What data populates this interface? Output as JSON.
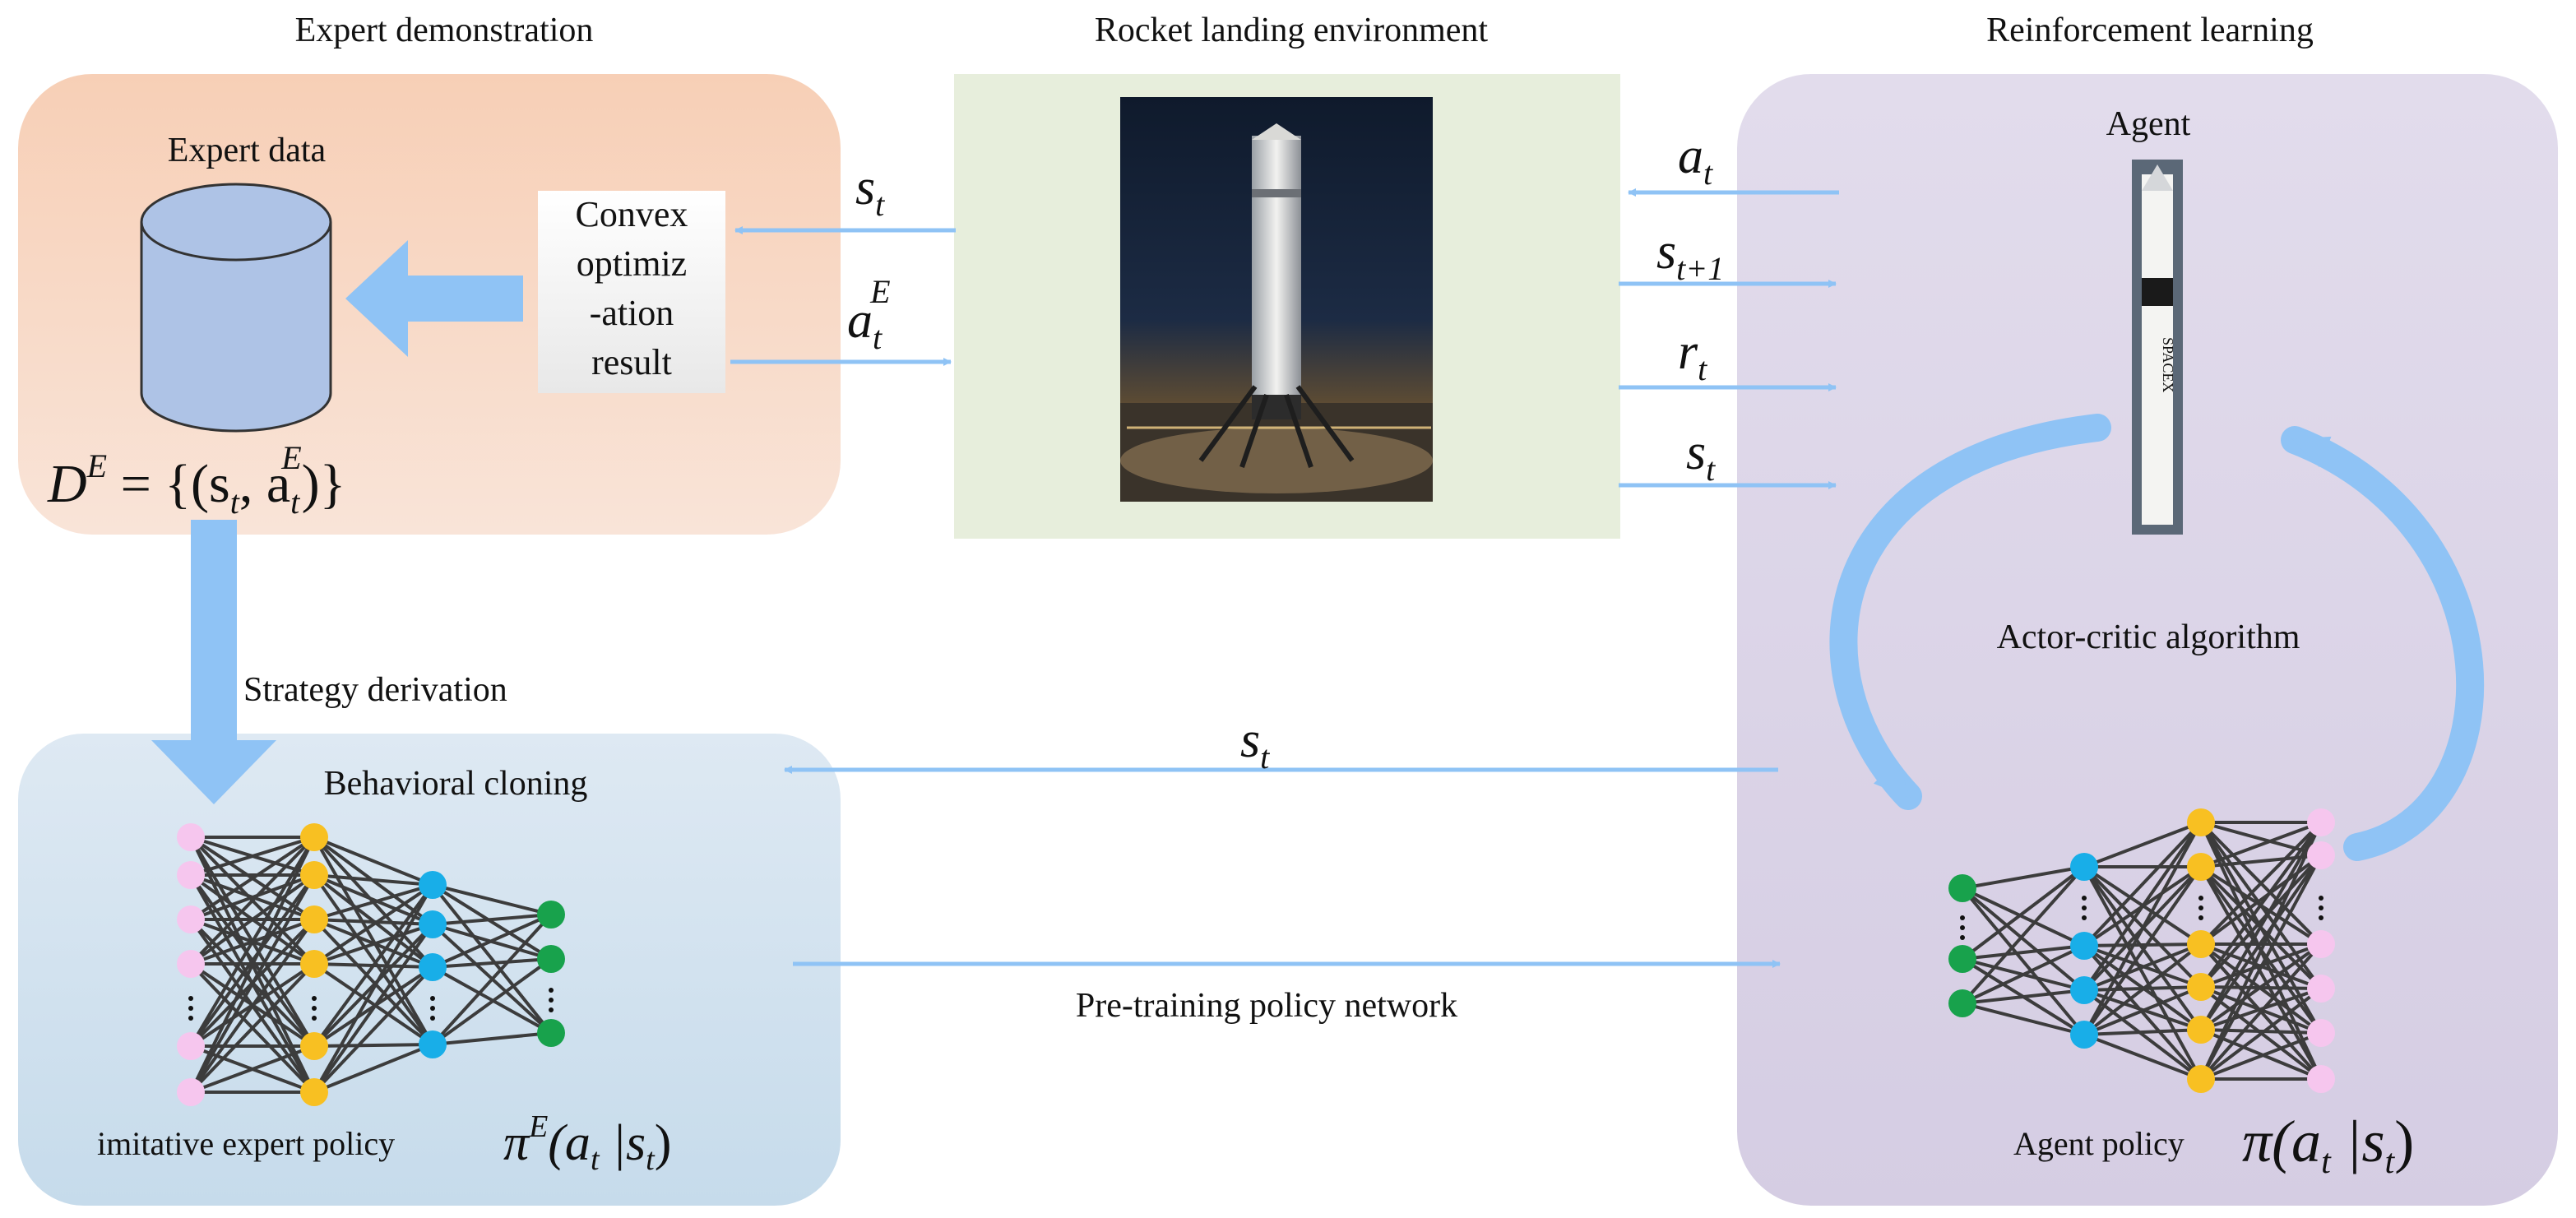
{
  "sections": {
    "expert": {
      "title": "Expert demonstration"
    },
    "environment": {
      "title": "Rocket landing environment"
    },
    "rl": {
      "title": "Reinforcement learning"
    }
  },
  "expert_data_label": "Expert data",
  "convex_box": {
    "lines": [
      "Convex",
      "optimiz",
      "-ation",
      "result"
    ]
  },
  "dataset_formula": {
    "main": "D",
    "sup": "E",
    "rest": " = {(s",
    "sub1": "t",
    "comma": ", a",
    "sub2": "t",
    "sup2": "E",
    "close": ")}"
  },
  "strategy_label": "Strategy derivation",
  "bc_title": "Behavioral cloning",
  "bc_policy_label": "imitative expert policy",
  "bc_policy_formula": {
    "pi": "π",
    "sup": "E",
    "arg": "(a",
    "sub": "t",
    "bar": " |s",
    "sub2": "t",
    "close": ")"
  },
  "agent_label": "Agent",
  "actor_critic_label": "Actor-critic algorithm",
  "agent_policy_label": "Agent policy",
  "agent_policy_formula": {
    "pi": "π",
    "arg": "(a",
    "sub": "t",
    "bar": " |s",
    "sub2": "t",
    "close": ")"
  },
  "pretrain_label": "Pre-training policy network",
  "arrow_labels": {
    "st_left": {
      "v": "s",
      "sub": "t"
    },
    "at_E": {
      "v": "a",
      "sub": "t",
      "sup": "E"
    },
    "at": {
      "v": "a",
      "sub": "t"
    },
    "st1": {
      "v": "s",
      "sub": "t+1"
    },
    "rt": {
      "v": "r",
      "sub": "t"
    },
    "st_right": {
      "v": "s",
      "sub": "t"
    },
    "st_mid": {
      "v": "s",
      "sub": "t"
    }
  },
  "rocket_text": "SPACEX",
  "colors": {
    "arrow": "#8fc3f5",
    "expert_bg_top": "#f7cfb6",
    "expert_bg_bottom": "#f9e6da",
    "env_bg": "#e7eedc",
    "rl_bg": "#ddd6e8",
    "bc_bg_top": "#dbe7f2",
    "bc_bg_bottom": "#c8dceb",
    "cylinder": "#aec3e6",
    "node_pink": "#f6c6ee",
    "node_yellow": "#f8c022",
    "node_blue": "#18aee8",
    "node_green": "#18a24c",
    "edge": "#3c3c3c"
  }
}
